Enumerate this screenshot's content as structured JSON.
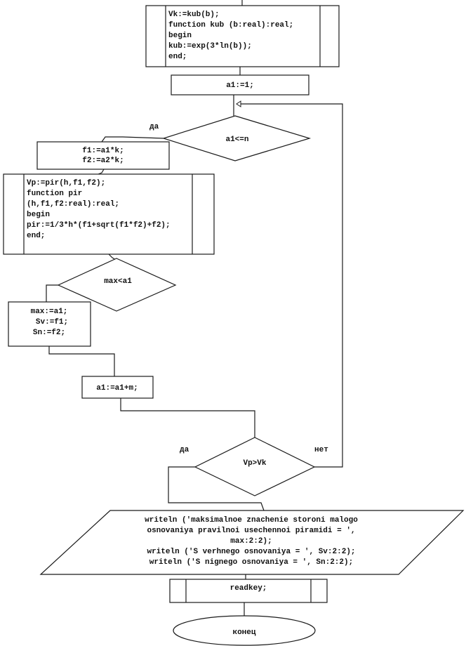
{
  "diagram": {
    "type": "flowchart",
    "colors": {
      "stroke": "#1a1a1a",
      "background": "#ffffff",
      "text": "#111111"
    },
    "nodes": {
      "vk_sub": {
        "shape": "predefined-process",
        "lines": [
          "Vk:=kub(b);",
          "function kub (b:real):real;",
          "begin",
          "kub:=exp(3*ln(b));",
          "end;"
        ]
      },
      "init_a1": {
        "shape": "process",
        "lines": [
          "a1:=1;"
        ]
      },
      "loop_cond": {
        "shape": "decision",
        "lines": [
          "a1<=n"
        ]
      },
      "calc_f": {
        "shape": "process",
        "lines": [
          "f1:=a1*k;",
          "f2:=a2*k;"
        ]
      },
      "vp_sub": {
        "shape": "predefined-process",
        "lines": [
          "Vp:=pir(h,f1,f2);",
          "function pir",
          "(h,f1,f2:real):real;",
          "begin",
          "pir:=1/3*h*(f1+sqrt(f1*f2)+f2);",
          "end;"
        ]
      },
      "max_cond": {
        "shape": "decision",
        "lines": [
          "max<a1"
        ]
      },
      "assign_max": {
        "shape": "process",
        "lines": [
          "max:=a1;",
          "Sv:=f1;",
          "Sn:=f2;"
        ]
      },
      "increment": {
        "shape": "process",
        "lines": [
          "a1:=a1+m;"
        ]
      },
      "vp_cond": {
        "shape": "decision",
        "lines": [
          "Vp>Vk"
        ]
      },
      "output": {
        "shape": "io",
        "lines": [
          "writeln ('maksimalnoe znachenie storoni malogo",
          "osnovaniya pravilnoi usechennoi piramidi = ',",
          "max:2:2);",
          "writeln ('S verhnego osnovaniya = ', Sv:2:2);",
          "writeln ('S nignego osnovaniya = ', Sn:2:2);"
        ]
      },
      "readkey": {
        "shape": "predefined-process",
        "lines": [
          "readkey;"
        ]
      },
      "end": {
        "shape": "terminator",
        "lines": [
          "конец"
        ]
      }
    },
    "labels": {
      "loop_yes": "да",
      "vp_yes": "да",
      "vp_no": "нет"
    },
    "edges": [
      {
        "from": "vk_sub",
        "to": "init_a1"
      },
      {
        "from": "init_a1",
        "to": "loop_cond"
      },
      {
        "from": "loop_cond",
        "to": "calc_f",
        "label": "да"
      },
      {
        "from": "calc_f",
        "to": "vp_sub"
      },
      {
        "from": "vp_sub",
        "to": "max_cond"
      },
      {
        "from": "max_cond",
        "to": "assign_max"
      },
      {
        "from": "assign_max",
        "to": "increment"
      },
      {
        "from": "increment",
        "to": "vp_cond"
      },
      {
        "from": "vp_cond",
        "to": "output",
        "label": "да"
      },
      {
        "from": "vp_cond",
        "to": "loop_cond",
        "label": "нет"
      },
      {
        "from": "output",
        "to": "readkey"
      },
      {
        "from": "readkey",
        "to": "end"
      }
    ]
  }
}
